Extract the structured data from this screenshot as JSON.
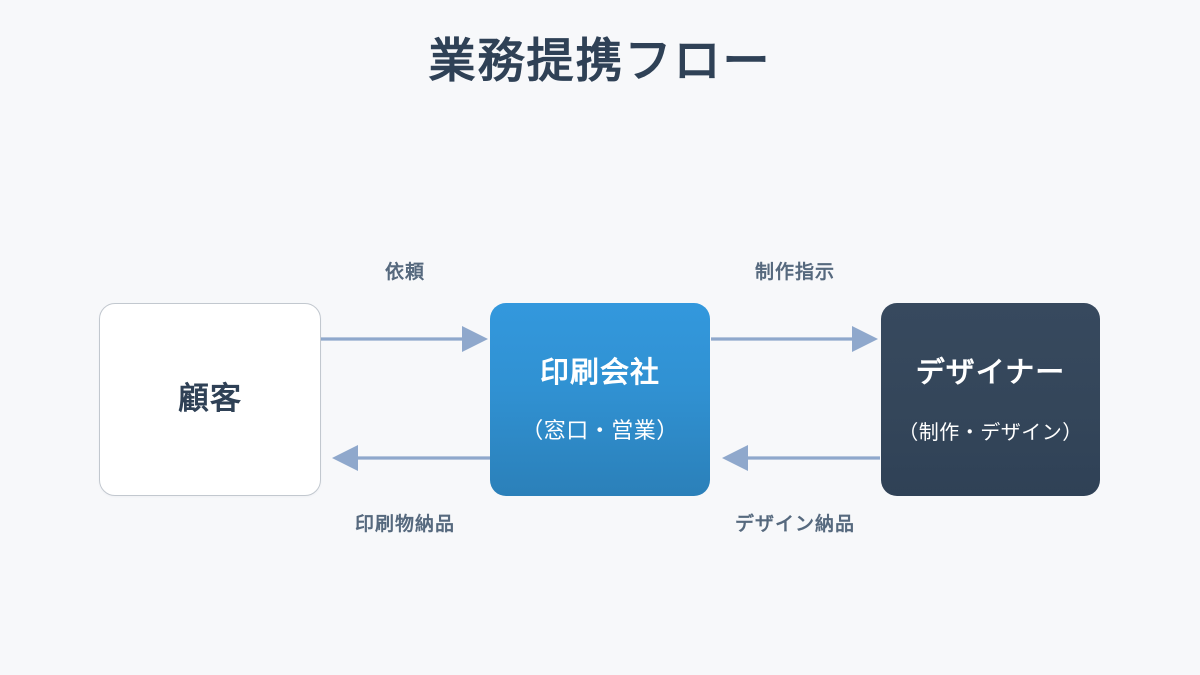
{
  "page": {
    "title": "業務提携フロー",
    "background_color": "#f7f8fa",
    "title_color": "#2f4156"
  },
  "nodes": [
    {
      "id": "customer",
      "title": "顧客",
      "subtitle": "",
      "fill": "#ffffff",
      "border_color": "#c2c8cf",
      "text_color": "#2f4156"
    },
    {
      "id": "printer",
      "title": "印刷会社",
      "subtitle": "（窓口・営業）",
      "fill": "#3091d2",
      "border_color": "",
      "text_color": "#ffffff"
    },
    {
      "id": "designer",
      "title": "デザイナー",
      "subtitle": "（制作・デザイン）",
      "fill": "#34465a",
      "border_color": "",
      "text_color": "#ffffff"
    }
  ],
  "arrows": [
    {
      "id": "request",
      "label": "依頼",
      "from": "customer",
      "to": "printer",
      "direction": "right",
      "color": "#8fa8cc"
    },
    {
      "id": "instruct",
      "label": "制作指示",
      "from": "printer",
      "to": "designer",
      "direction": "right",
      "color": "#8fa8cc"
    },
    {
      "id": "print_delivery",
      "label": "印刷物納品",
      "from": "printer",
      "to": "customer",
      "direction": "left",
      "color": "#8fa8cc"
    },
    {
      "id": "design_delivery",
      "label": "デザイン納品",
      "from": "designer",
      "to": "printer",
      "direction": "left",
      "color": "#8fa8cc"
    }
  ]
}
